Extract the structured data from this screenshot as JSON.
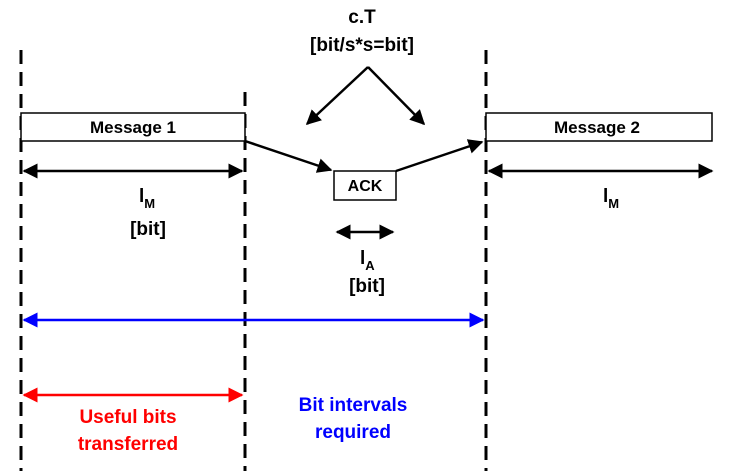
{
  "annotation": {
    "ct_label": "c.T",
    "ct_units": "[bit/s*s=bit]"
  },
  "messages": {
    "message1": "Message 1",
    "message2": "Message 2",
    "ack": "ACK"
  },
  "lengths": {
    "lm_letter": "l",
    "lm_sub": "M",
    "lm_unit": "[bit]",
    "la_letter": "l",
    "la_sub": "A",
    "la_unit": "[bit]",
    "lm2_letter": "l",
    "lm2_sub": "M"
  },
  "legend": {
    "useful_line1": "Useful bits",
    "useful_line2": "transferred",
    "useful_color": "#ff0000",
    "interval_line1": "Bit intervals",
    "interval_line2": "required",
    "interval_color": "#0000ff"
  }
}
